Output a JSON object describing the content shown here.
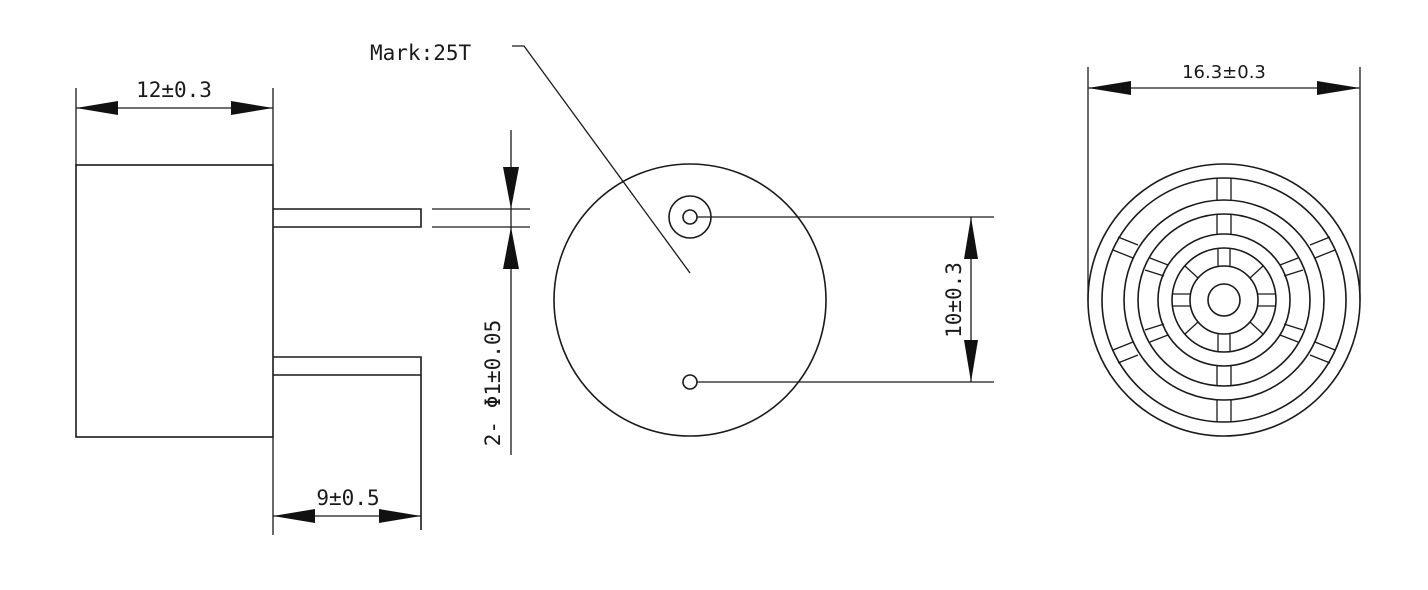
{
  "labels": {
    "mark": "Mark:25T",
    "side_width": "12±0.3",
    "pin_length": "9±0.5",
    "pin_diameter": "2- Φ1±0.05",
    "pin_spacing": "10±0.3",
    "outer_diameter": "16.3±0.3"
  },
  "colors": {
    "line": "#1a1a1a",
    "background": "#ffffff"
  }
}
